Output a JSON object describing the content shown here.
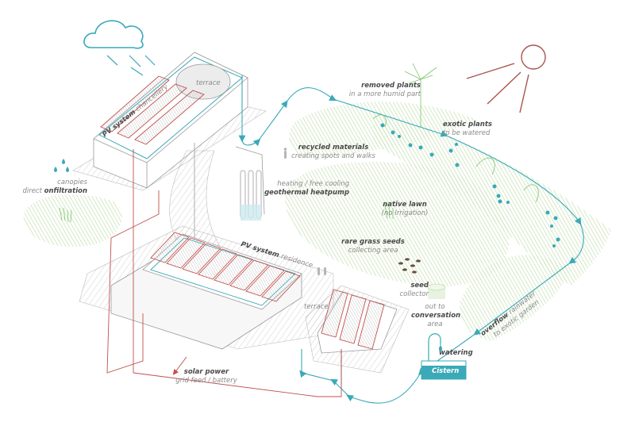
{
  "colors": {
    "water": "#3aa9b8",
    "power": "#c0504d",
    "sun": "#a9544f",
    "vegetation": "#cfe6c0",
    "vegetation_dark": "#7cc46a",
    "building_line": "#9a9a9a",
    "text_bold": "#4a4a4a",
    "text_light": "#8a8a8a"
  },
  "icons": [
    "cloud-icon",
    "rain-icon",
    "sun-icon",
    "raindrops-icon",
    "person-icon",
    "seeds-icon",
    "faucet-icon",
    "cistern-icon"
  ],
  "labels": {
    "pv_chancellery": {
      "bold": "PV system",
      "light": "chancellery"
    },
    "terrace_top": {
      "light": "terrace"
    },
    "canopies": {
      "light1": "canopies",
      "light2": "direct",
      "bold": "onfiltration"
    },
    "heating": {
      "light": "heating / free cooling",
      "bold": "geothermal heatpump"
    },
    "recycled": {
      "bold": "recycled materials",
      "light": "creating spots and walks"
    },
    "removed_plants": {
      "bold": "removed  plants",
      "light": "in a more humid part"
    },
    "exotic_plants": {
      "bold": "exotic plants",
      "light": "to be watered"
    },
    "native_lawn": {
      "bold": "native lawn",
      "light": "(no Irrigation)"
    },
    "rare_grass": {
      "bold": "rare grass seeds",
      "light": "collecting area"
    },
    "pv_residence": {
      "bold": "PV system",
      "light": "residence"
    },
    "terrace_bottom": {
      "light": "terrace"
    },
    "seed": {
      "bold": "seed",
      "light": "collector"
    },
    "conversation": {
      "light1": "out to",
      "bold": "conversation",
      "light2": "area"
    },
    "watering": {
      "bold": "watering"
    },
    "cistern": {
      "bold": "Cistern"
    },
    "overflow": {
      "bold": "overflow",
      "light": "rainwater",
      "light2": "to exotic garden"
    },
    "solar_power": {
      "bold": "solar power",
      "light": "grid feed / battery"
    }
  }
}
